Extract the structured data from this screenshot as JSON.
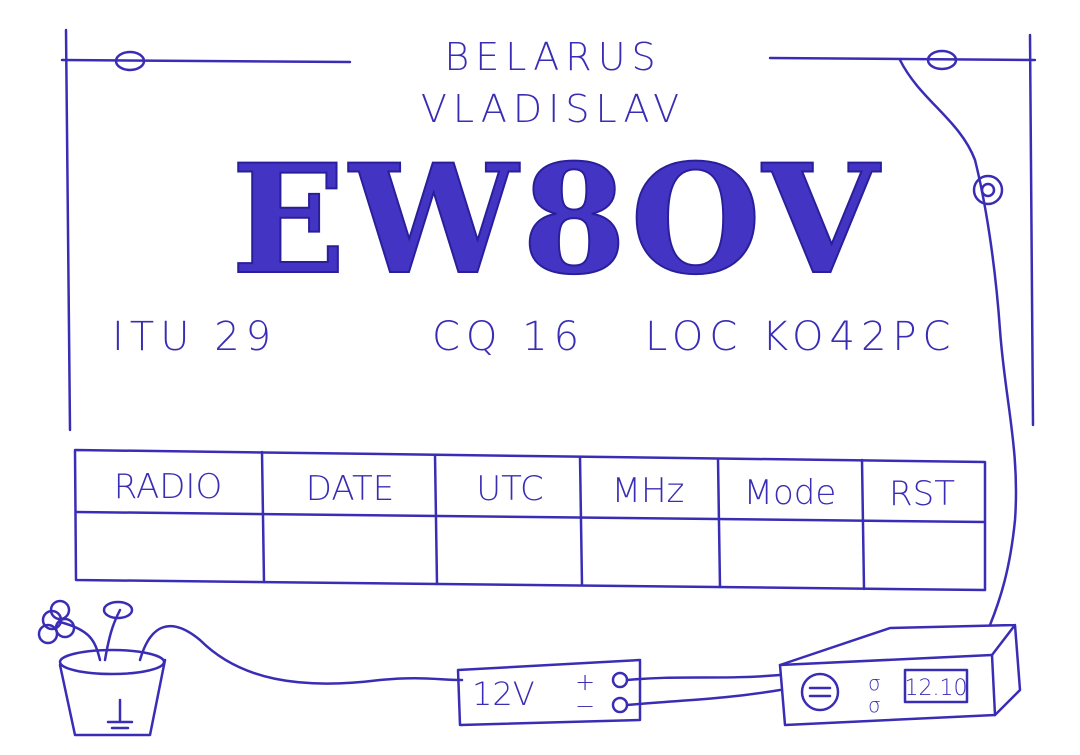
{
  "card": {
    "country": "BELARUS",
    "name": "VLADISLAV",
    "callsign": "EW8OV",
    "itu": "ITU 29",
    "cq": "CQ 16",
    "locator": "LOC KO42PC"
  },
  "log_table": {
    "headers": [
      "RADIO",
      "DATE",
      "UTC",
      "MHz",
      "Mode",
      "RST"
    ]
  },
  "drawing": {
    "power_supply_label": "12V",
    "power_plus": "+",
    "power_minus": "−",
    "radio_display": "12.10"
  },
  "colors": {
    "ink": "#3a2db5"
  }
}
